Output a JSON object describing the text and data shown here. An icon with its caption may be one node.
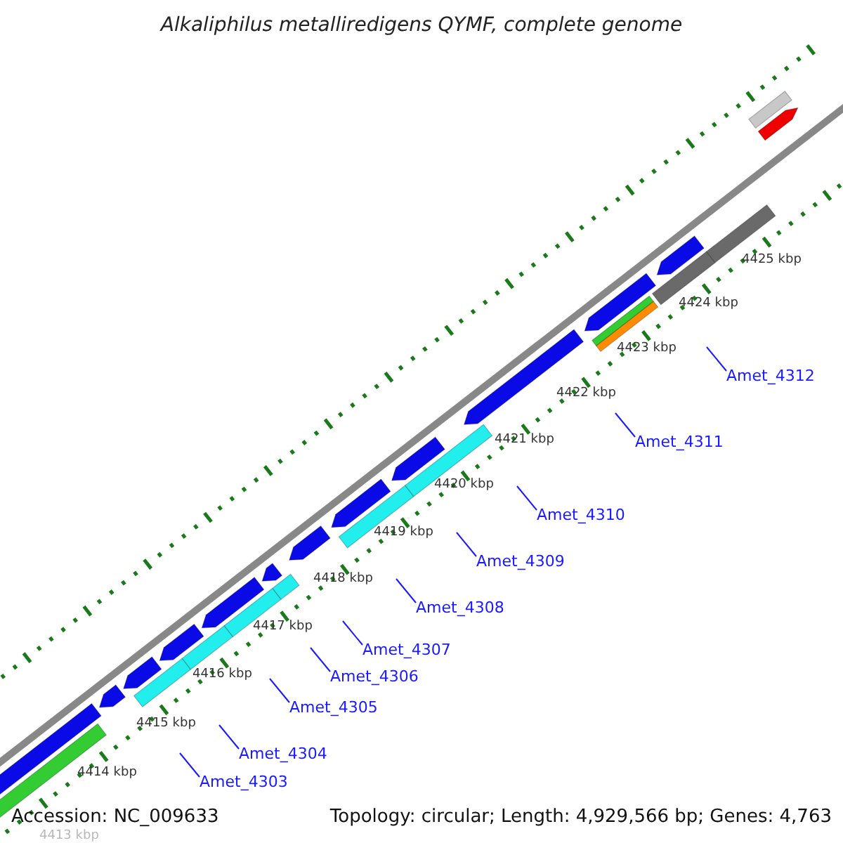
{
  "diagram": {
    "title": "Alkaliphilus metalliredigens QYMF, complete genome",
    "nodes": [
      {
        "text": [
          "Amet_4303"
        ]
      },
      {
        "text": [
          "Amet_4304"
        ]
      },
      {
        "text": [
          "Amet_4305"
        ]
      },
      {
        "text": [
          "Amet_4306"
        ]
      },
      {
        "text": [
          "Amet_4307"
        ]
      },
      {
        "text": [
          "Amet_4308"
        ]
      },
      {
        "text": [
          "Amet_4309"
        ]
      },
      {
        "text": [
          "Amet_4310"
        ]
      },
      {
        "text": [
          "Amet_4311"
        ]
      },
      {
        "text": [
          "Amet_4312"
        ]
      }
    ],
    "edges": [
      {
        "from": 0,
        "to": null,
        "arrow": "none"
      },
      {
        "from": 1,
        "to": null,
        "arrow": "none"
      },
      {
        "from": 2,
        "to": null,
        "arrow": "none"
      },
      {
        "from": 3,
        "to": null,
        "arrow": "none"
      },
      {
        "from": 4,
        "to": null,
        "arrow": "none"
      },
      {
        "from": 5,
        "to": null,
        "arrow": "none"
      },
      {
        "from": 6,
        "to": null,
        "arrow": "none"
      },
      {
        "from": 7,
        "to": null,
        "arrow": "none"
      },
      {
        "from": 8,
        "to": null,
        "arrow": "none"
      },
      {
        "from": 9,
        "to": null,
        "arrow": "none"
      }
    ],
    "labels": [
      "4413 kbp",
      "4414 kbp",
      "4415 kbp",
      "4416 kbp",
      "4417 kbp",
      "4418 kbp",
      "4419 kbp",
      "4420 kbp",
      "4421 kbp",
      "4422 kbp",
      "4423 kbp",
      "4424 kbp",
      "4425 kbp",
      "Accession: NC_009633",
      "Topology: circular; Length: 4,929,566 bp; Genes: 4,763"
    ]
  }
}
